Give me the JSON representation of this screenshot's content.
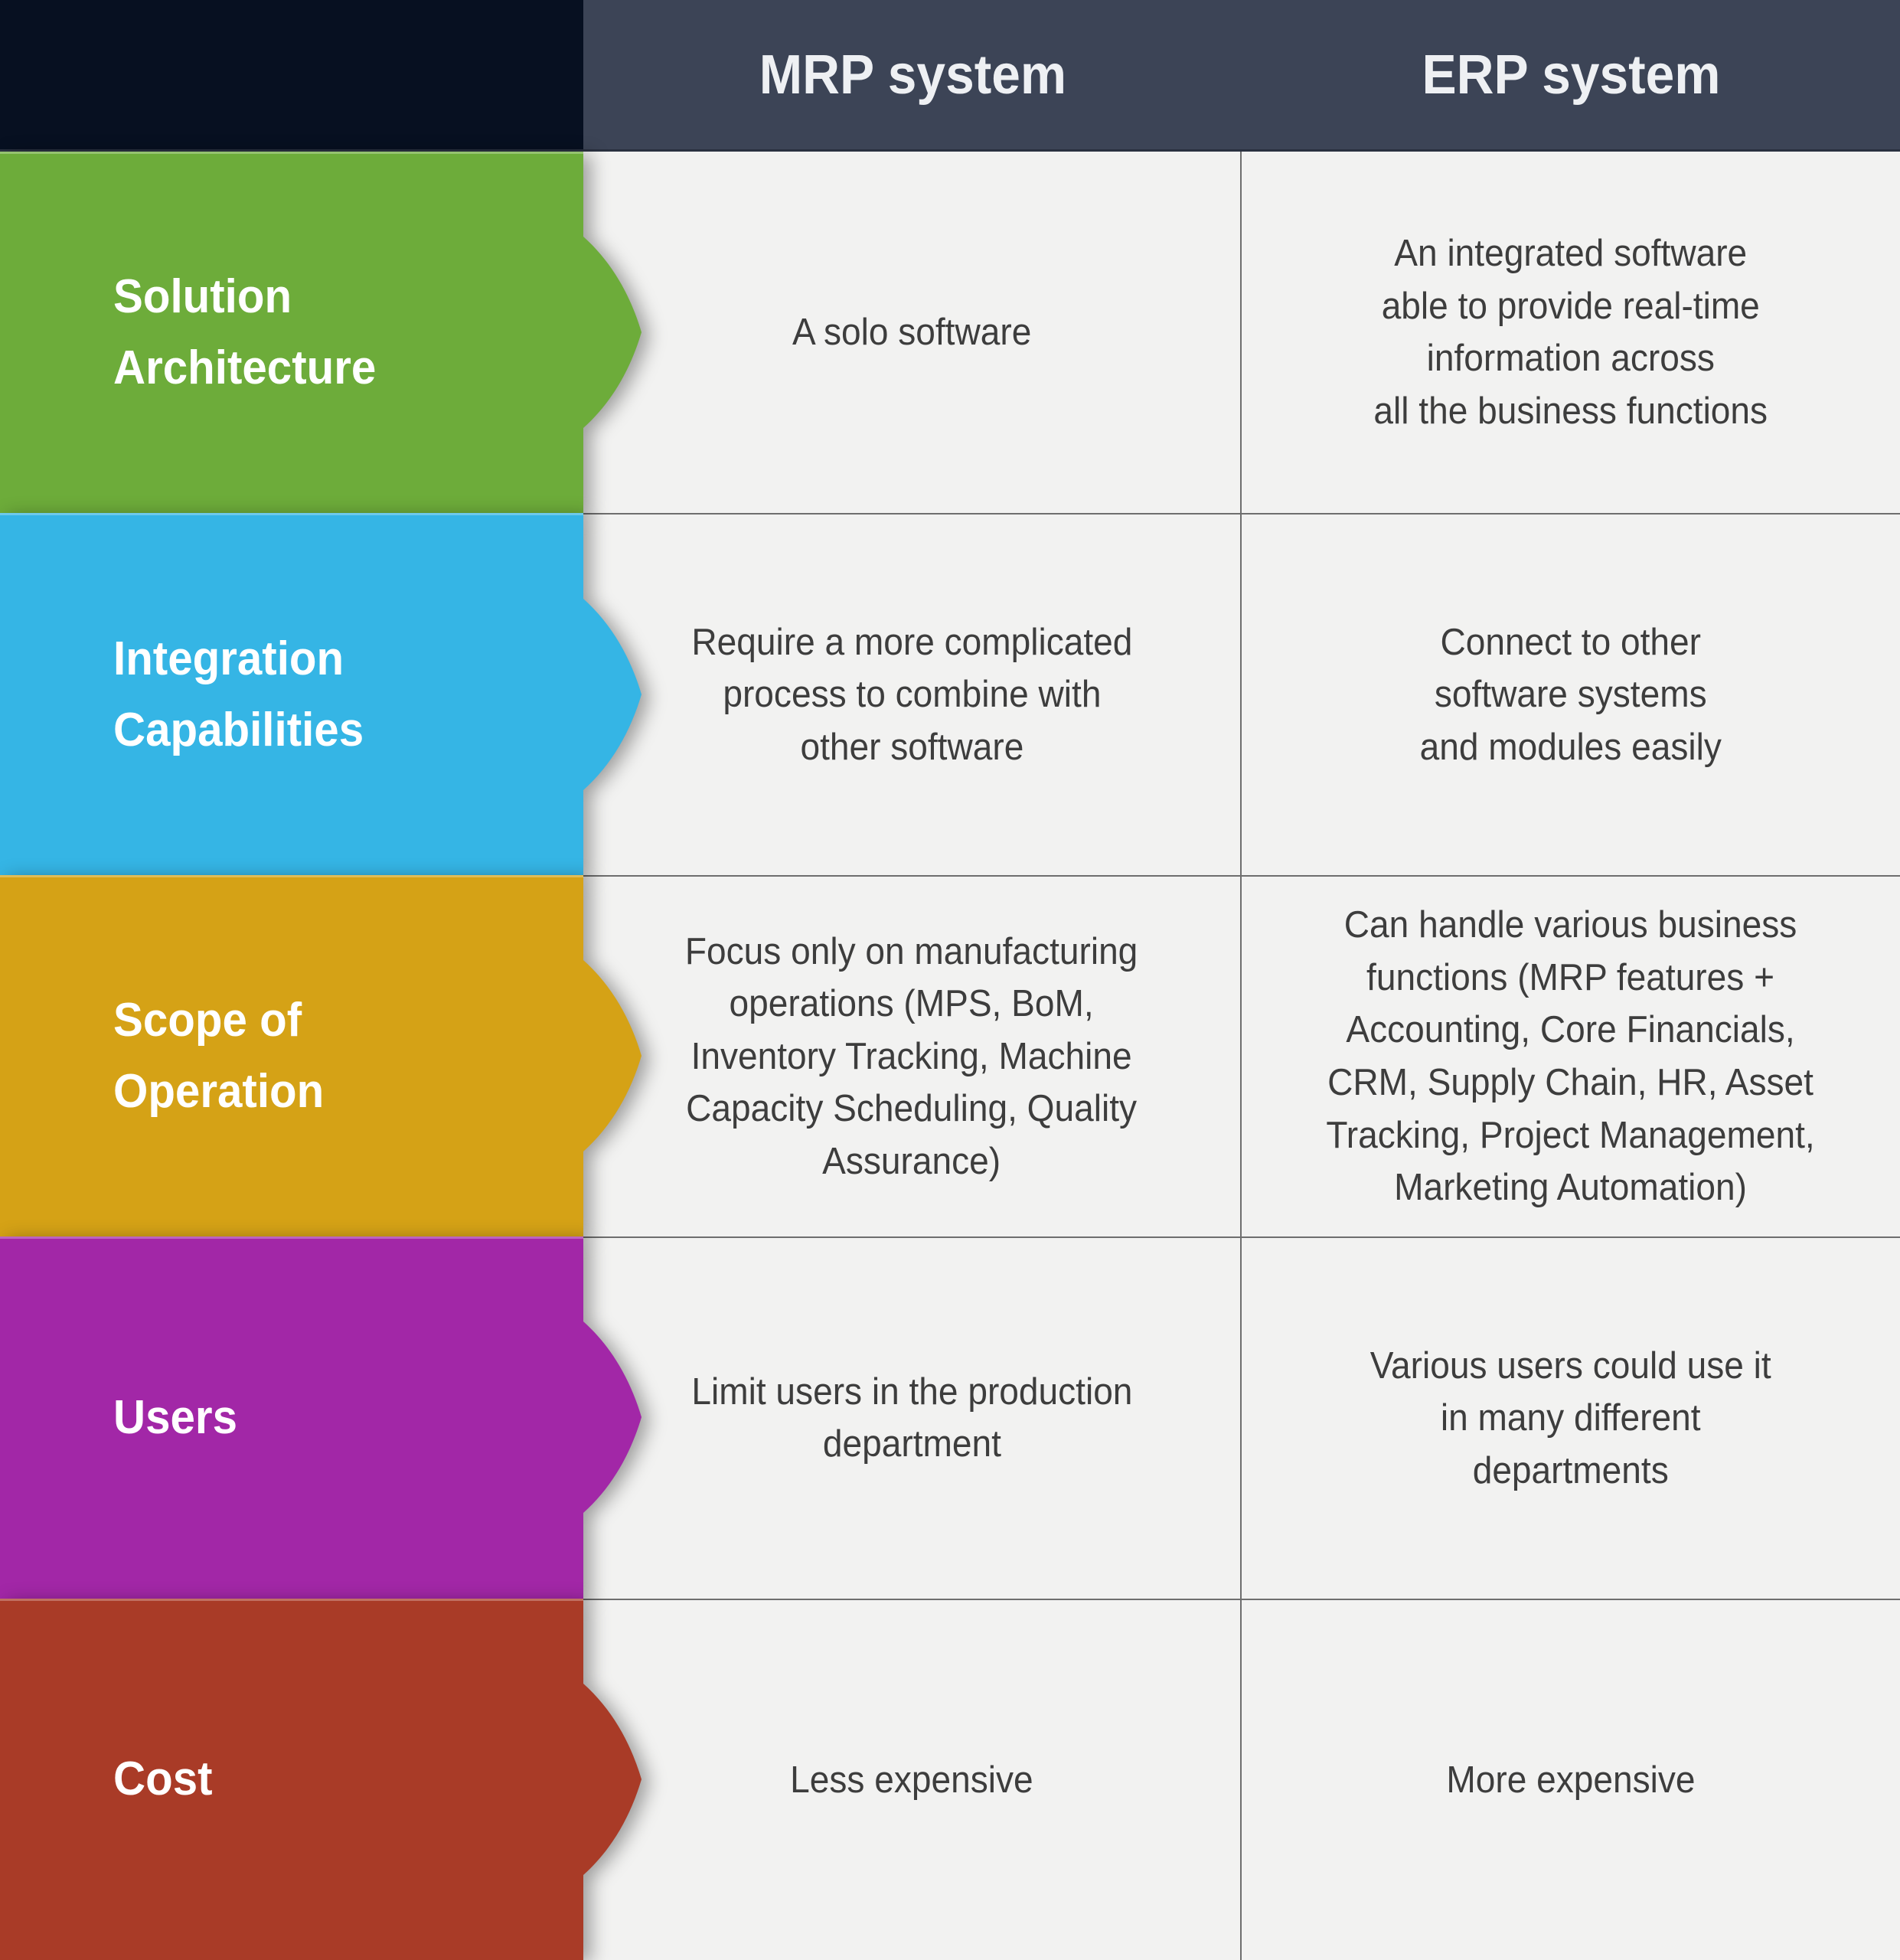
{
  "table": {
    "header": {
      "columns": [
        "MRP system",
        "ERP system"
      ]
    },
    "rows": [
      {
        "label": "Solution\nArchitecture",
        "color": "#6dac3a",
        "mrp": "A solo software",
        "erp": "An integrated software\nable to provide real-time\ninformation across\nall the business functions"
      },
      {
        "label": "Integration\nCapabilities",
        "color": "#35b5e5",
        "mrp": "Require a more complicated\nprocess to combine with\nother software",
        "erp": "Connect to other\nsoftware systems\nand modules easily"
      },
      {
        "label": "Scope of\nOperation",
        "color": "#d5a216",
        "mrp": "Focus only on manufacturing\noperations (MPS, BoM,\nInventory Tracking, Machine\nCapacity Scheduling, Quality\nAssurance)",
        "erp": "Can handle various business\nfunctions (MRP features +\nAccounting, Core Financials,\nCRM, Supply Chain, HR, Asset\nTracking, Project Management,\nMarketing Automation)"
      },
      {
        "label": "Users",
        "color": "#a227a7",
        "mrp": "Limit users in the production\ndepartment",
        "erp": "Various users could use it\nin many different\ndepartments"
      },
      {
        "label": "Cost",
        "color": "#a93b27",
        "mrp": "Less expensive",
        "erp": "More expensive"
      }
    ],
    "colors": {
      "corner": "#071021",
      "header_bg": "#3c4456",
      "header_text": "#eef0f3",
      "cell_bg": "#f2f2f1",
      "cell_text": "#3d3d3d",
      "grid_line": "#6e6e6e",
      "label_text": "#ffffff"
    }
  }
}
